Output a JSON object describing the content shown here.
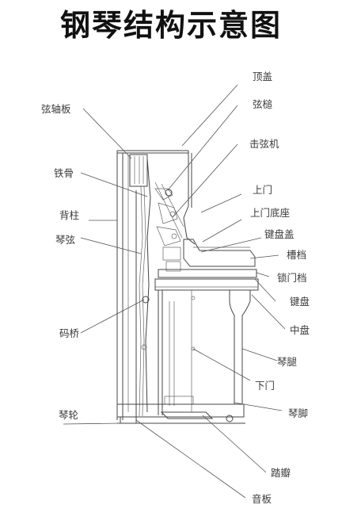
{
  "title": "钢琴结构示意图",
  "labels": {
    "top_lid": "顶盖",
    "hammer": "弦槌",
    "action": "击弦机",
    "upper_door": "上门",
    "upper_door_base": "上门底座",
    "key_cover": "键盘盖",
    "slot_strip": "槽档",
    "lock_strip": "锁门档",
    "keyboard": "键盘",
    "key_bed": "中盘",
    "leg": "琴腿",
    "lower_door": "下门",
    "toe_block": "琴脚",
    "pedal": "踏瓣",
    "soundboard": "音板",
    "pin_block": "弦轴板",
    "iron_frame": "铁骨",
    "back_post": "背柱",
    "strings": "琴弦",
    "bridge": "码桥",
    "caster": "琴轮"
  },
  "colors": {
    "line": "#444444",
    "text": "#3a3a3a",
    "title": "#111111"
  }
}
